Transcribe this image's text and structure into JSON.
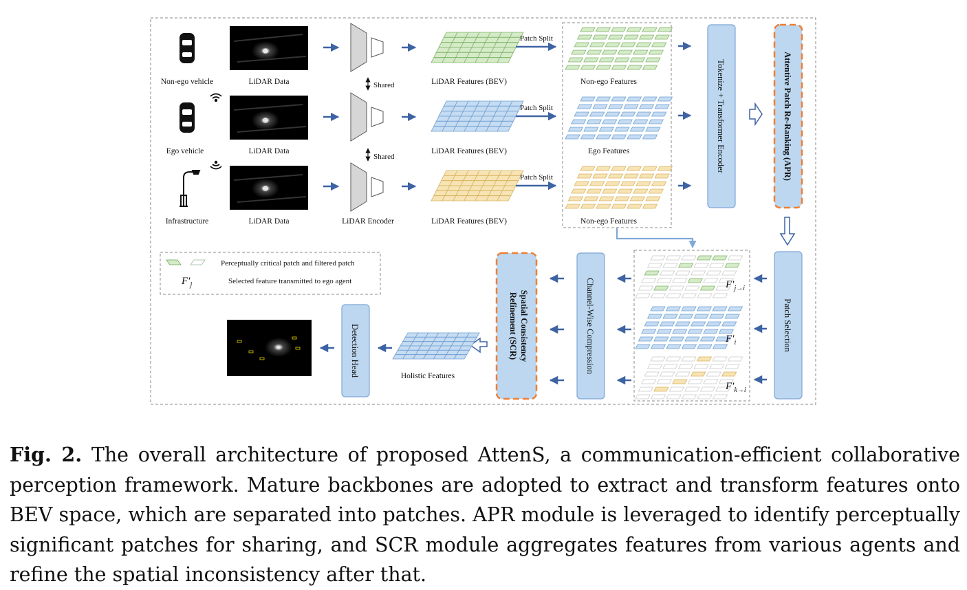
{
  "agents": [
    {
      "label": "Non-ego vehicle"
    },
    {
      "label": "Ego vehicle"
    },
    {
      "label": "Infrastructure"
    }
  ],
  "labels": {
    "lidar_data": "LiDAR Data",
    "shared": "Shared",
    "lidar_encoder": "LiDAR Encoder",
    "lidar_features": "LiDAR Features (BEV)",
    "patch_split": "Patch Split",
    "non_ego_features": "Non-ego Features",
    "ego_features": "Ego Features",
    "tokenize_encoder": "Tokenize + Transformer Encoder",
    "apr": "Attentive Patch Re-Ranking (APR)",
    "patch_selection": "Patch Selection",
    "channel_compression": "Channel-Wise Compression",
    "scr_line1": "Spatial Consistency",
    "scr_line2": "Refinement (SCR)",
    "holistic_features": "Holistic Features",
    "detection_head": "Detection Head"
  },
  "legend": {
    "patch_text": "Perceptually critical patch and filtered patch",
    "feature_symbol": "F′j",
    "feature_text": "Selected feature transmitted to ego agent"
  },
  "features": {
    "f_j": "F′j→i",
    "f_i": "F′i",
    "f_k": "F′k→i"
  },
  "colors": {
    "green": "#d5ebc7",
    "blue": "#c6dcf2",
    "yellow": "#f7e4b5",
    "arrow": "#3d63a3",
    "box_fill": "#bcd7ef",
    "box_stroke": "#7ea5d6",
    "orange": "#ef7f34"
  },
  "caption": {
    "fig": "Fig. 2.",
    "text": " The overall architecture of proposed AttenS, a communication-efficient collaborative perception framework. Mature backbones are adopted to extract and transform features onto BEV space, which are separated into patches. APR module is leveraged to identify perceptually significant patches for sharing, and SCR module aggregates features from various agents and refine the spatial inconsistency after that."
  }
}
